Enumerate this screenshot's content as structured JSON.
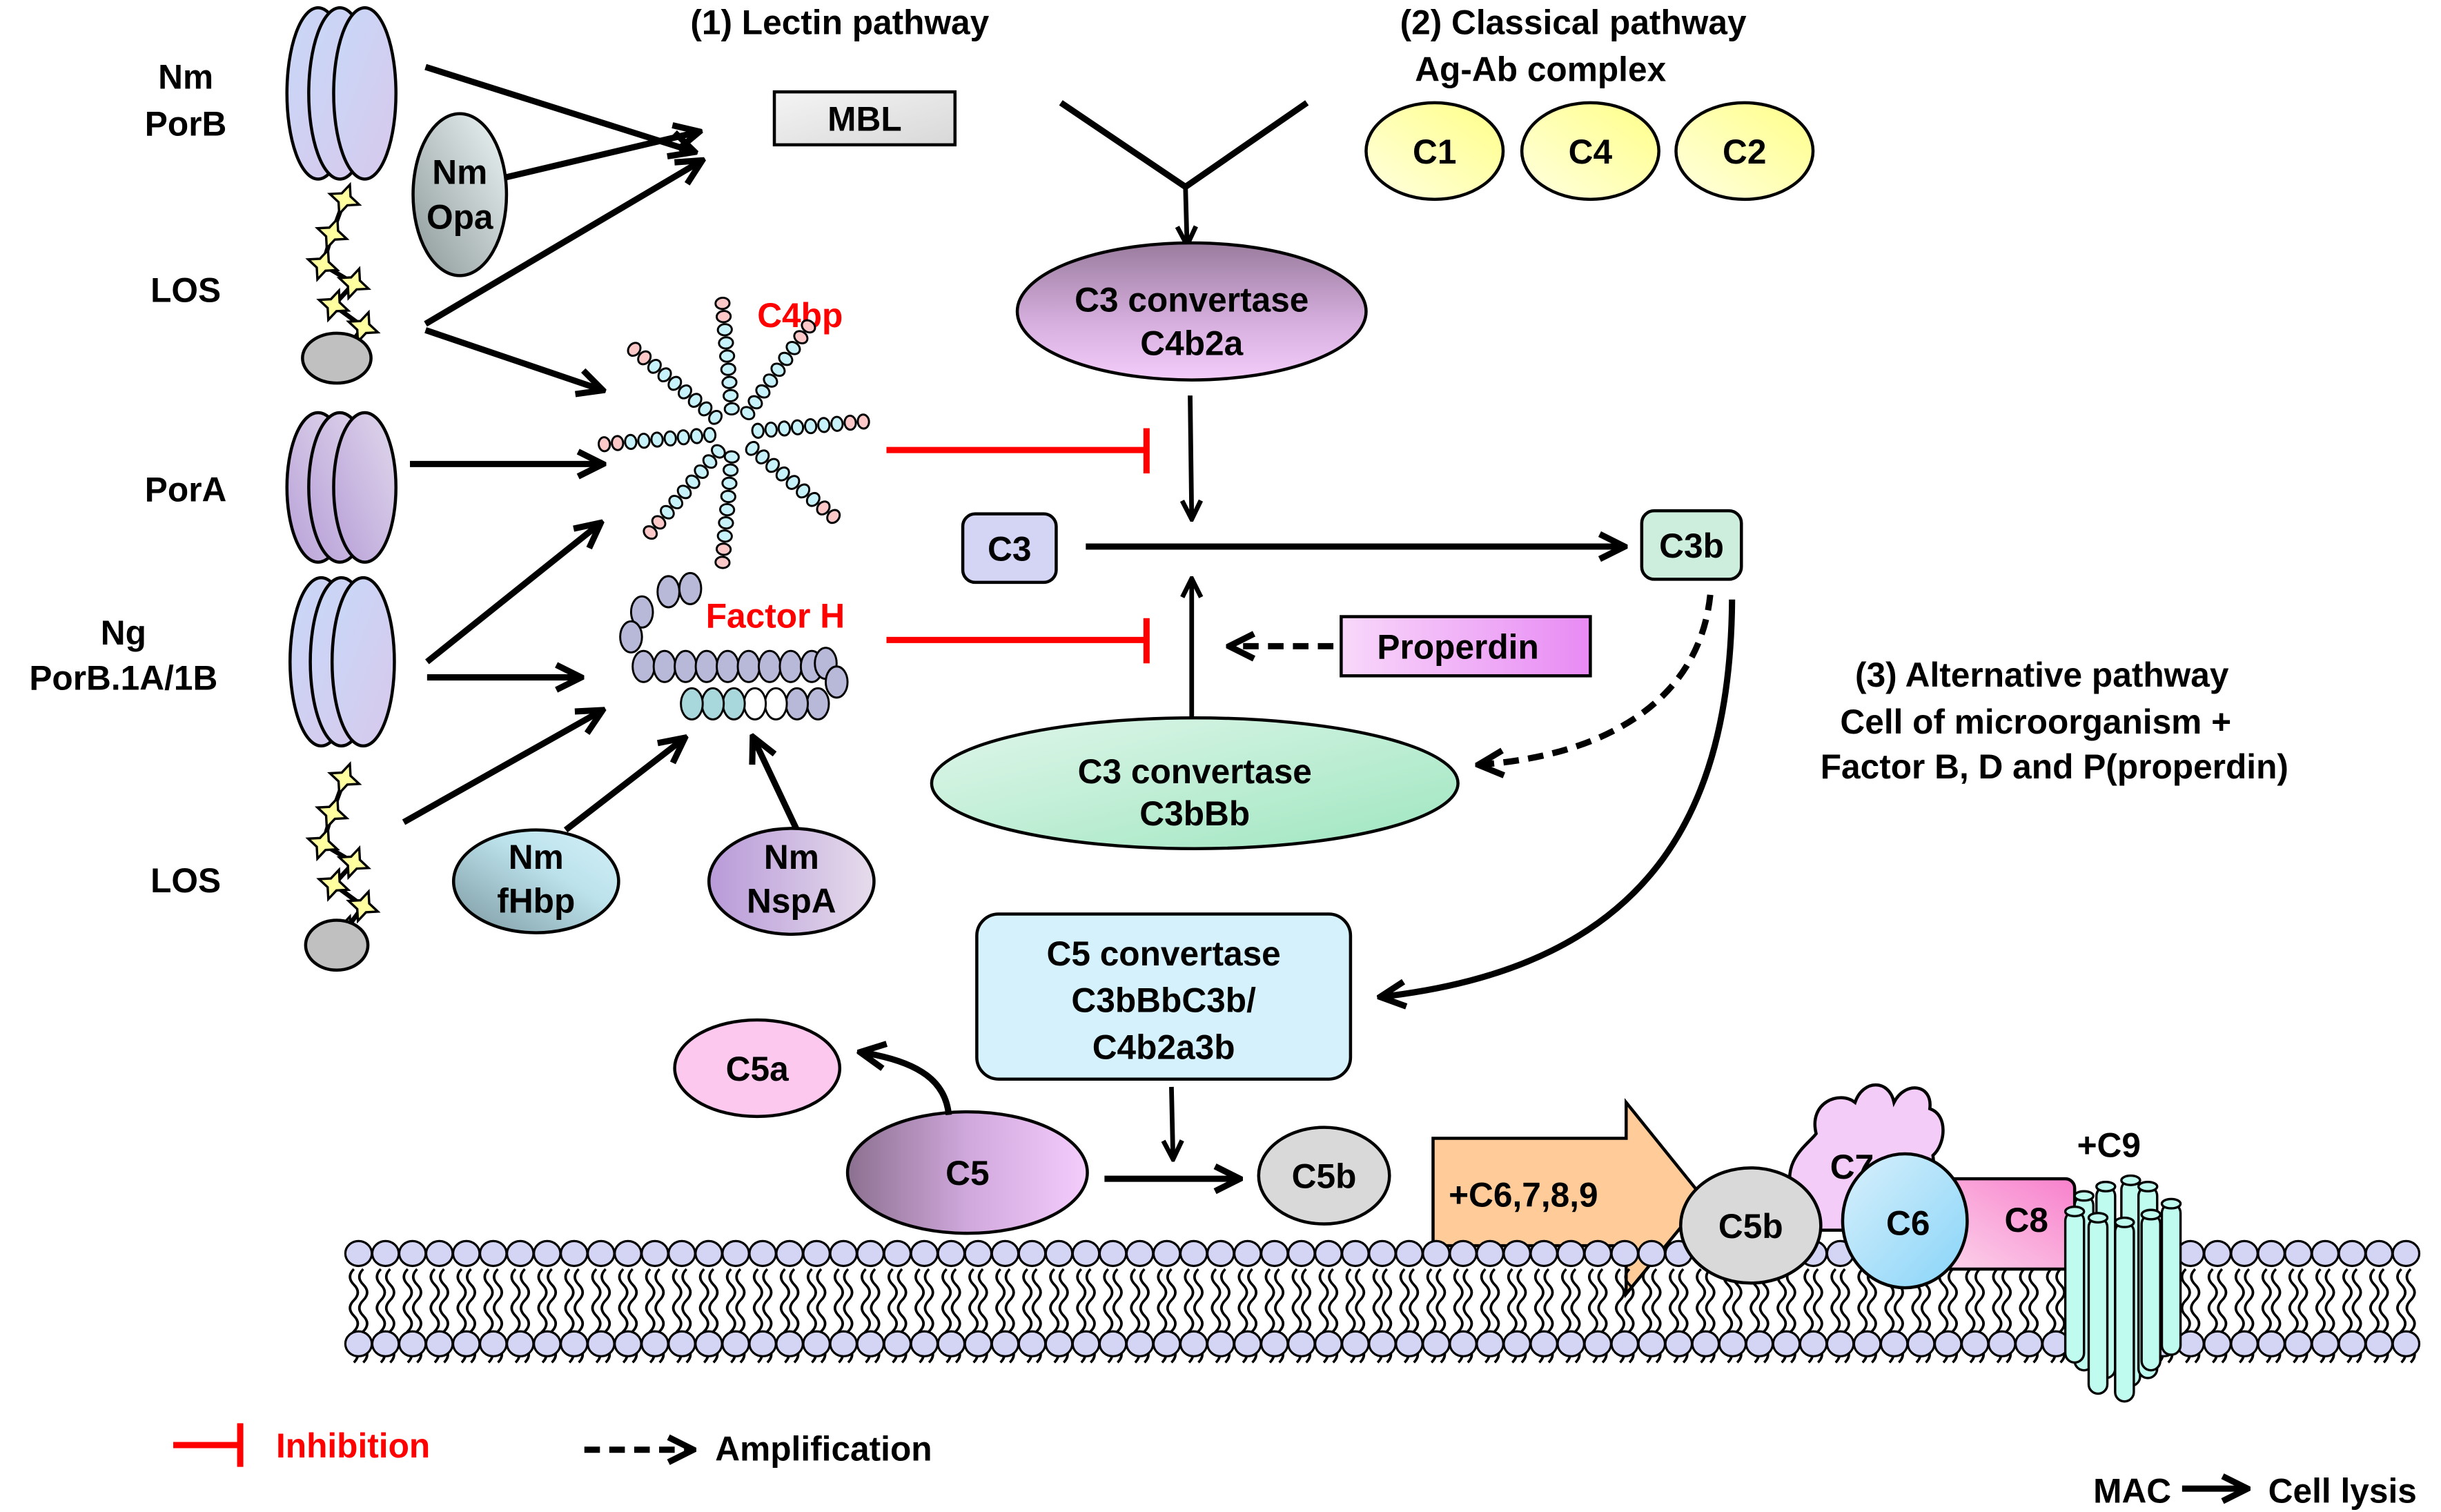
{
  "pathways": {
    "lectin": "(1) Lectin pathway",
    "classical_title": "(2) Classical pathway",
    "classical_sub": "Ag-Ab complex",
    "alternative_title": "(3) Alternative pathway",
    "alternative_line2": "Cell of microorganism +",
    "alternative_line3": "Factor B, D and P(properdin)"
  },
  "left_labels": {
    "nm_porb_1": "Nm",
    "nm_porb_2": "PorB",
    "los_top": "LOS",
    "pora": "PorA",
    "ng_porb_1": "Ng",
    "ng_porb_2": "PorB.1A/1B",
    "los_bottom": "LOS"
  },
  "proteins": {
    "nm_opa_1": "Nm",
    "nm_opa_2": "Opa",
    "nm_fhbp_1": "Nm",
    "nm_fhbp_2": "fHbp",
    "nm_nspa_1": "Nm",
    "nm_nspa_2": "NspA"
  },
  "regulators": {
    "c4bp": "C4bp",
    "factor_h": "Factor H"
  },
  "nodes": {
    "mbl": "MBL",
    "c1": "C1",
    "c4": "C4",
    "c2": "C2",
    "c3_conv_classical_1": "C3 convertase",
    "c3_conv_classical_2": "C4b2a",
    "c3": "C3",
    "c3b": "C3b",
    "properdin": "Properdin",
    "c3_conv_alt_1": "C3 convertase",
    "c3_conv_alt_2": "C3bBb",
    "c5_conv_1": "C5 convertase",
    "c5_conv_2": "C3bBbC3b/",
    "c5_conv_3": "C4b2a3b",
    "c5a": "C5a",
    "c5": "C5",
    "c5b": "C5b",
    "c6789": "+C6,7,8,9",
    "c7": "C7",
    "c5b_complex": "C5b",
    "c6": "C6",
    "c8": "C8",
    "c9": "+C9",
    "mac": "MAC",
    "cell_lysis": "Cell lysis"
  },
  "legend": {
    "inhibition": "Inhibition",
    "amplification": "Amplification"
  },
  "colors": {
    "inhibition": "#ff0000",
    "mbl_fill": "#e6e6e6",
    "classical_fill": "#ffff99",
    "c3_conv_classical_fill": "#d9a8e0",
    "c3_fill": "#d4d4f4",
    "c3b_fill": "#cdeedd",
    "properdin_fill": "#f0a8f5",
    "c3_conv_alt_fill": "#b5ecd0",
    "c5_conv_fill": "#d4f1fc",
    "c5a_fill": "#fcc8ee",
    "c5_fill": "#c9a0d6",
    "c5b_fill": "#d9d9d9",
    "c6789_fill": "#ffcc99",
    "c7_fill": "#f4ccf8",
    "c6_fill": "#aadcf8",
    "c8_fill": "#fa9ad8",
    "mac_fill": "#c0fbef",
    "membrane_head_fill": "#d4d4f4",
    "c4bp_bead": "#c8f2fa",
    "c4bp_tip": "#fcc8c8",
    "factor_h_bead": "#b8b8d8"
  }
}
